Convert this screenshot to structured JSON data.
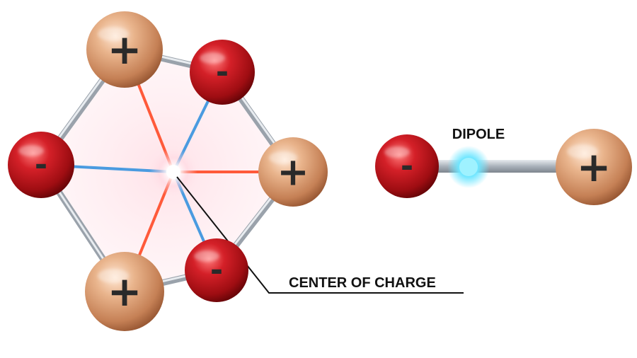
{
  "colors": {
    "positive": "#d9a27a",
    "negative": "#c2161d",
    "bond": "#b9c0c8",
    "line_to_negative": "#4a9be0",
    "line_to_positive": "#ff5a3a",
    "dipole_glow": "#6fe6ff"
  },
  "hexagon": {
    "atoms": [
      {
        "charge": "positive",
        "sign": "+"
      },
      {
        "charge": "negative",
        "sign": "-"
      },
      {
        "charge": "positive",
        "sign": "+"
      },
      {
        "charge": "negative",
        "sign": "-"
      },
      {
        "charge": "positive",
        "sign": "+"
      },
      {
        "charge": "negative",
        "sign": "-"
      }
    ]
  },
  "dipole": {
    "label": "DIPOLE",
    "atoms": [
      {
        "charge": "negative",
        "sign": "-"
      },
      {
        "charge": "positive",
        "sign": "+"
      }
    ]
  },
  "center_label": "CENTER OF CHARGE"
}
